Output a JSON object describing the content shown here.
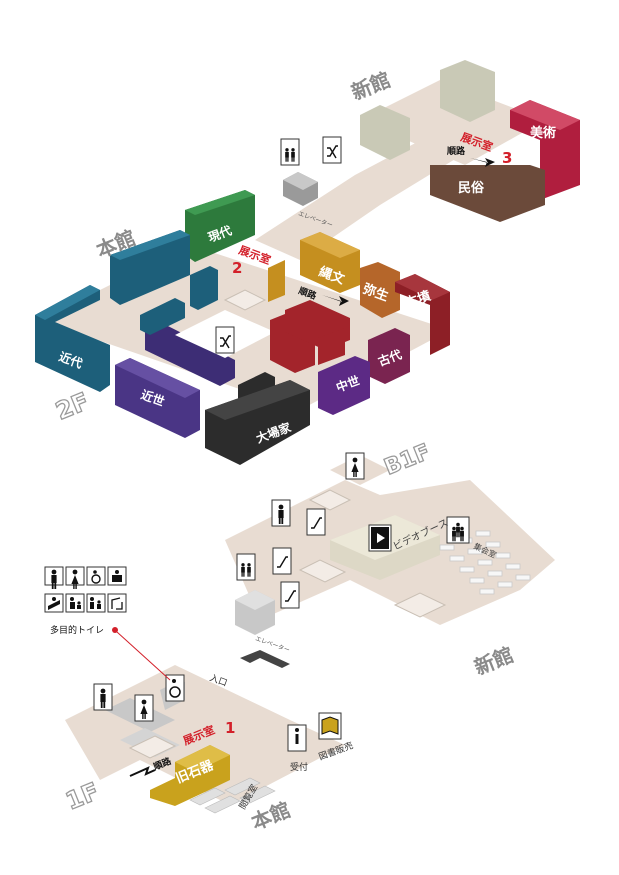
{
  "colors": {
    "floor": "#e8dcd2",
    "room_teal": "#1d5f7a",
    "room_green": "#2d7a3c",
    "room_purple": "#4a3585",
    "room_black": "#2c2c2c",
    "room_mustard": "#c58f1f",
    "room_orange": "#b5662a",
    "room_darkred": "#8d1f26",
    "room_plum": "#7a2450",
    "room_red": "#a3242b",
    "room_violet": "#5c2a85",
    "room_brown": "#6b4a3a",
    "room_crimson": "#b01e3e",
    "room_gold": "#c9a21d",
    "accent_red": "#d3202a",
    "label_gray": "#9a9a9a"
  },
  "buildings": {
    "honkan_top": "本館",
    "shinkan_top": "新館",
    "shinkan_bottom": "新館",
    "honkan_bottom": "本館"
  },
  "floors": {
    "f2": "2F",
    "b1": "B1F",
    "f1": "1F"
  },
  "rooms_2f": {
    "gendai": "現代",
    "kindai": "近代",
    "kinsei": "近世",
    "oobaya": "大場家",
    "jomon": "縄文",
    "yayoi": "弥生",
    "kofun": "古墳",
    "kodai": "古代",
    "chusei": "中世"
  },
  "rooms_new": {
    "bijutsu": "美術",
    "minzoku": "民俗"
  },
  "rooms_1f": {
    "kyusekki": "旧石器",
    "uketsuke": "受付",
    "tosho": "図書販売",
    "etsuran": "閲覧室",
    "iriguchi": "入口"
  },
  "rooms_b1": {
    "video": "ビデオブース",
    "shugo": "集会室"
  },
  "exhibit": {
    "label": "展示室",
    "num1": "1",
    "num2": "2",
    "num3": "3",
    "route": "順路"
  },
  "elevator_label": "エレベーター",
  "legend": {
    "multi_toilet": "多目的トイレ"
  },
  "icons": [
    "man-icon",
    "woman-icon",
    "wheelchair-icon",
    "ostomate-icon",
    "baby-changing-icon",
    "nursing-icon",
    "child-seat-icon",
    "elevator-icon",
    "stairs-icon",
    "escalator-icon",
    "info-icon",
    "video-icon",
    "people-icon",
    "book-icon"
  ]
}
